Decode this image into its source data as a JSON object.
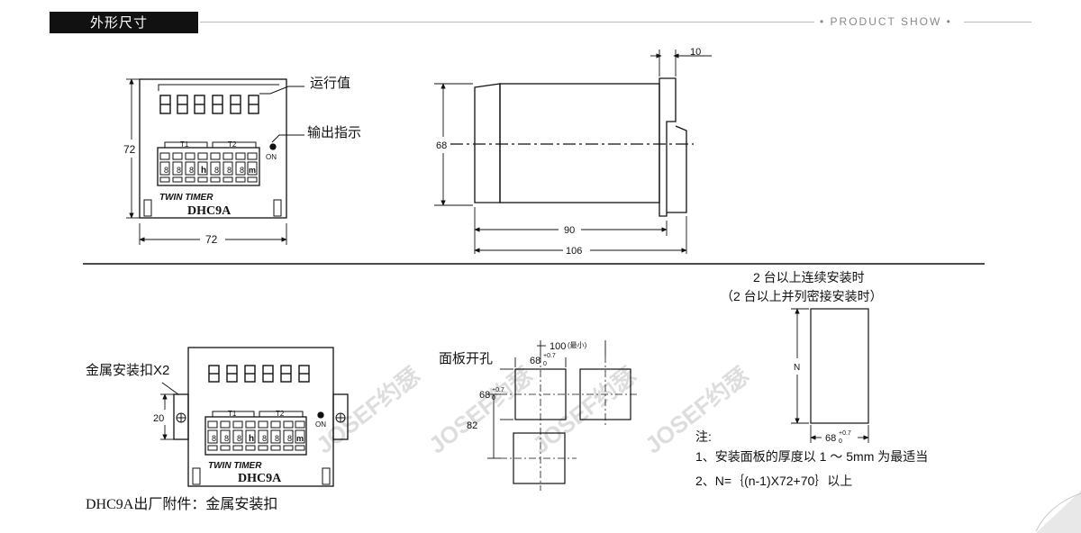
{
  "header": {
    "title": "外形尺寸",
    "product_show": "• PRODUCT SHOW •"
  },
  "front_view": {
    "label_running_value": "运行值",
    "label_output_indicator": "输出指示",
    "on_label": "ON",
    "dim_height": "72",
    "dim_width": "72",
    "t1": "T1",
    "t2": "T2",
    "brand": "TWIN TIMER",
    "model": "DHC9A"
  },
  "side_view": {
    "dim_10": "10",
    "dim_68": "68",
    "dim_90": "90",
    "dim_106": "106"
  },
  "bracket_view": {
    "label": "金属安装扣X2",
    "dim_20": "20",
    "on_label": "ON",
    "t1": "T1",
    "t2": "T2",
    "brand": "TWIN TIMER",
    "model": "DHC9A"
  },
  "panel_cutout": {
    "title": "面板开孔",
    "dim_100": "100",
    "dim_100_note": "(最小)",
    "dim_68_top": "68",
    "dim_68_left": "68",
    "tol": "+0.7",
    "tol0": "0",
    "dim_82": "82"
  },
  "multi_install": {
    "title_line1": "2 台以上连续安装时",
    "title_line2": "（2 台以上并列密接安装时）",
    "dim_n": "N",
    "dim_68": "68",
    "tol": "+0.7",
    "tol0": "0",
    "note_title": "注:",
    "note1": "1、安装面板的厚度以 1 ～ 5mm 为最适当",
    "note2": "2、N=｛(n-1)X72+70｝以上"
  },
  "watermark": "JOSEF约瑟",
  "footer_note": "DHC9A出厂附件：金属安装扣"
}
